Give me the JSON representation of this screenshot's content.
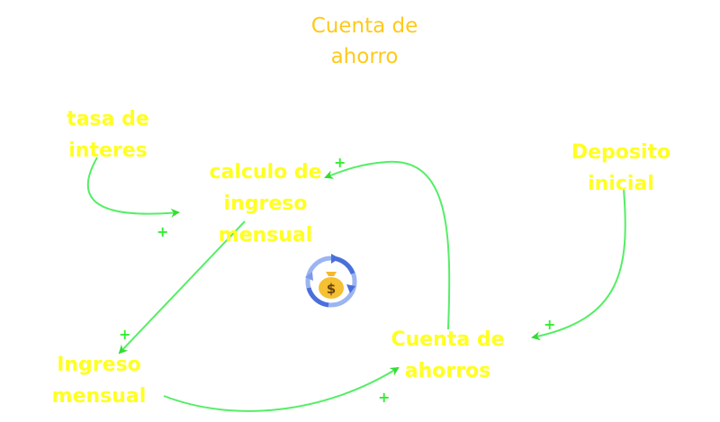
{
  "title": {
    "line1": "Cuenta de",
    "line2": "ahorro"
  },
  "variables": [
    {
      "id": "tasa",
      "line1": "tasa de",
      "line2": "interes"
    },
    {
      "id": "calculo",
      "line1": "calculo de",
      "line2": "ingreso",
      "line3": "mensual"
    },
    {
      "id": "deposito",
      "line1": "Deposito",
      "line2": "inicial"
    },
    {
      "id": "ingreso",
      "line1": "Ingreso",
      "line2": "mensual"
    },
    {
      "id": "cuenta",
      "line1": "Cuenta de",
      "line2": "ahorros"
    }
  ],
  "polarity": {
    "positive": "+"
  },
  "loop_icon": "money-bag-cycle-icon",
  "colors": {
    "title": "#ffc91a",
    "variable": "#ffff22",
    "link": "#44ee55"
  }
}
